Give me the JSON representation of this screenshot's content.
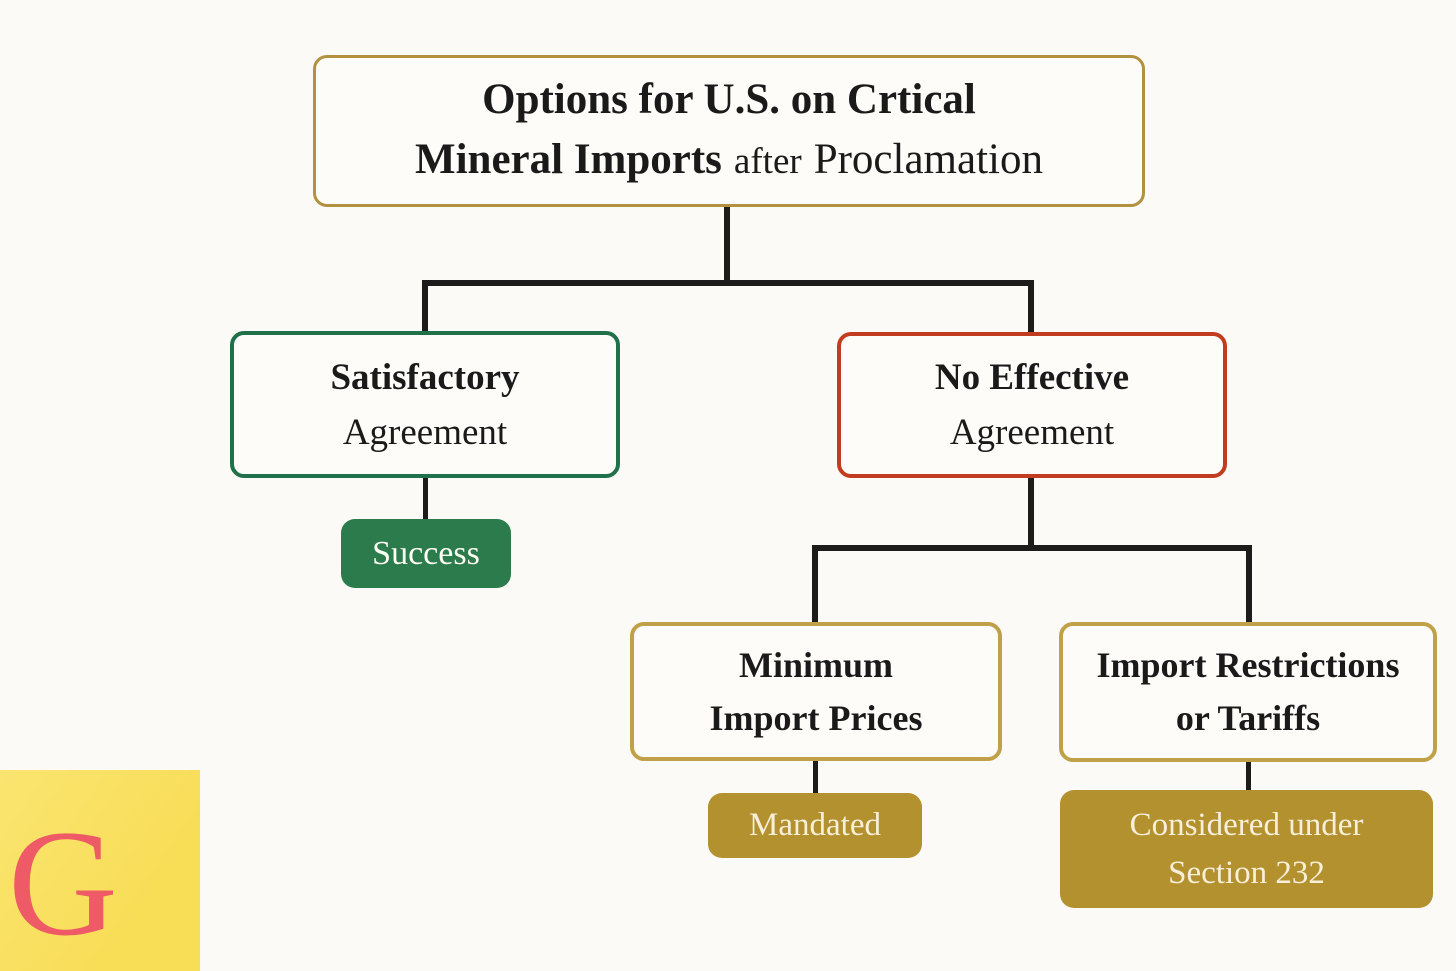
{
  "diagram": {
    "title": {
      "line1": "Options for U.S. on Crtical",
      "line2_bold": "Mineral Imports",
      "line2_after": "after",
      "line2_regular": "Proclamation"
    },
    "nodes": {
      "satisfactory": {
        "bold": "Satisfactory",
        "regular": "Agreement"
      },
      "no_effective": {
        "bold": "No Effective",
        "regular": "Agreement"
      },
      "success": {
        "label": "Success"
      },
      "minimum_import_prices": {
        "line1": "Minimum",
        "line2": "Import Prices"
      },
      "import_restrictions": {
        "line1": "Import Restrictions",
        "line2": "or Tariffs"
      },
      "mandated": {
        "label": "Mandated"
      },
      "considered": {
        "line1": "Considered under",
        "line2": "Section 232"
      }
    },
    "logo": {
      "letter": "G"
    },
    "colors": {
      "page_bg": "#fbfaf6",
      "box_bg": "#fdfcf9",
      "text": "#1a1a1a",
      "line": "#1d1c1a",
      "title_border": "#b29140",
      "green_border": "#20704a",
      "red_border": "#c23d1f",
      "gold_border": "#c0a14a",
      "green_fill": "#2b7b4c",
      "gold_fill": "#b4912f",
      "light_text": "#f7efda",
      "logo_bg": "#f8dd57",
      "logo_bg_light": "#fae570",
      "logo_letter": "#ee5a66"
    }
  }
}
